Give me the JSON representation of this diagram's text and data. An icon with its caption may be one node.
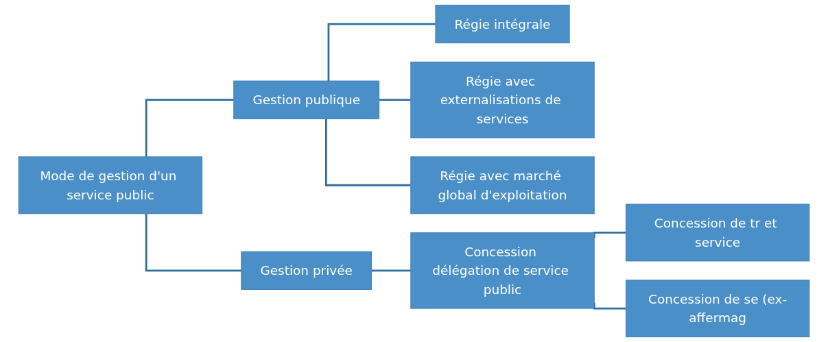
{
  "diagram": {
    "nodes": [
      {
        "text": [
          "Mode de gestion d'un service public"
        ]
      },
      {
        "text": [
          "Gestion publique"
        ]
      },
      {
        "text": [
          "Gestion privée"
        ]
      },
      {
        "text": [
          "Régie intégrale"
        ]
      },
      {
        "text": [
          "Régie avec externalisations de services"
        ]
      },
      {
        "text": [
          "Régie avec marché global d'exploitation"
        ]
      },
      {
        "text": [
          "Concession délégation de service public"
        ]
      },
      {
        "text": [
          "Concession de tr et service"
        ]
      },
      {
        "text": [
          "Concession de se (ex-affermag"
        ]
      }
    ],
    "edges": [
      {
        "from": 0,
        "to": 1,
        "arrow": "none"
      },
      {
        "from": 0,
        "to": 2,
        "arrow": "none"
      },
      {
        "from": 1,
        "to": 3,
        "arrow": "none"
      },
      {
        "from": 1,
        "to": 4,
        "arrow": "none"
      },
      {
        "from": 1,
        "to": 5,
        "arrow": "none"
      },
      {
        "from": 2,
        "to": 6,
        "arrow": "none"
      },
      {
        "from": 6,
        "to": 7,
        "arrow": "none"
      },
      {
        "from": 6,
        "to": 8,
        "arrow": "none"
      }
    ]
  }
}
